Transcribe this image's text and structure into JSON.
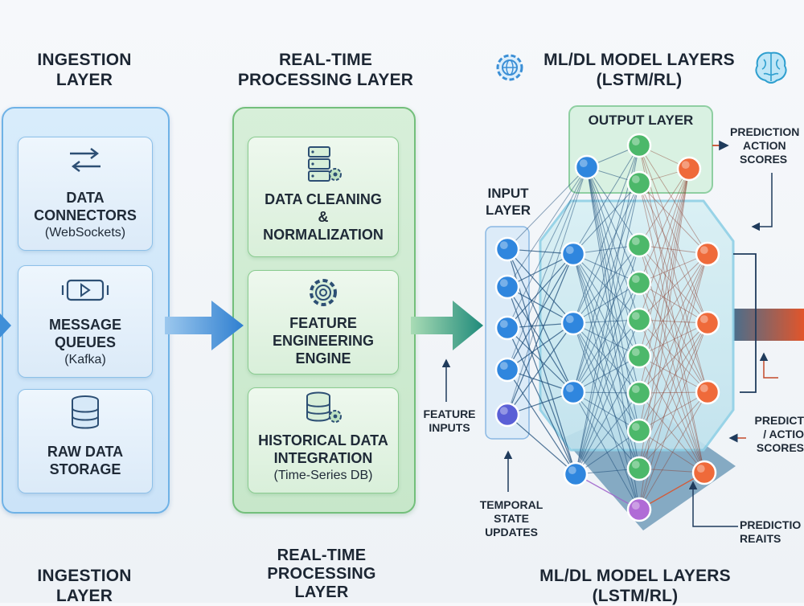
{
  "headings": {
    "ingestion_top": [
      "INGESTION",
      "LAYER"
    ],
    "processing_top": [
      "REAL-TIME",
      "PROCESSING LAYER"
    ],
    "model_top": [
      "ML/DL MODEL LAYERS",
      "(LSTM/RL)"
    ],
    "ingestion_bottom": [
      "INGESTION",
      "LAYER"
    ],
    "processing_bottom": [
      "REAL-TIME",
      "PROCESSING",
      "LAYER"
    ],
    "model_bottom": [
      "ML/DL MODEL LAYERS",
      "(LSTM/RL)"
    ]
  },
  "ingestion_cards": [
    {
      "lines": [
        "DATA",
        "CONNECTORS"
      ],
      "sub": "(WebSockets)",
      "icon": "arrows-exchange-icon"
    },
    {
      "lines": [
        "MESSAGE",
        "QUEUES"
      ],
      "sub": "(Kafka)",
      "icon": "queue-icon"
    },
    {
      "lines": [
        "RAW DATA",
        "STORAGE"
      ],
      "sub": "",
      "icon": "database-icon"
    }
  ],
  "processing_cards": [
    {
      "lines": [
        "DATA CLEANING",
        "&",
        "NORMALIZATION"
      ],
      "sub": "",
      "icon": "server-gear-icon"
    },
    {
      "lines": [
        "FEATURE",
        "ENGINEERING",
        "ENGINE"
      ],
      "sub": "",
      "icon": "gear-icon"
    },
    {
      "lines": [
        "HISTORICAL DATA",
        "INTEGRATION"
      ],
      "sub": "(Time-Series DB)",
      "icon": "database-gear-icon"
    }
  ],
  "network_labels": {
    "output_layer": "OUTPUT LAYER",
    "input_layer": [
      "INPUT",
      "LAYER"
    ],
    "feature_inputs": [
      "FEATURE",
      "INPUTS"
    ],
    "temporal": [
      "TEMPORAL",
      "STATE",
      "UPDATES"
    ],
    "prediction_top": [
      "PREDICTION",
      "ACTION",
      "SCORES"
    ],
    "prediction_mid": [
      "PREDICT",
      "/ ACTIO",
      "SCORES"
    ],
    "prediction_bottom": [
      "PREDICTIO",
      "REAITS"
    ]
  },
  "colors": {
    "ingestion": "#5aa7e2",
    "processing": "#5fb56a",
    "input_node": "#2f86de",
    "hidden_node": "#4cb86a",
    "output_node": "#ef6a3a",
    "state_node": "#b06bd6"
  }
}
